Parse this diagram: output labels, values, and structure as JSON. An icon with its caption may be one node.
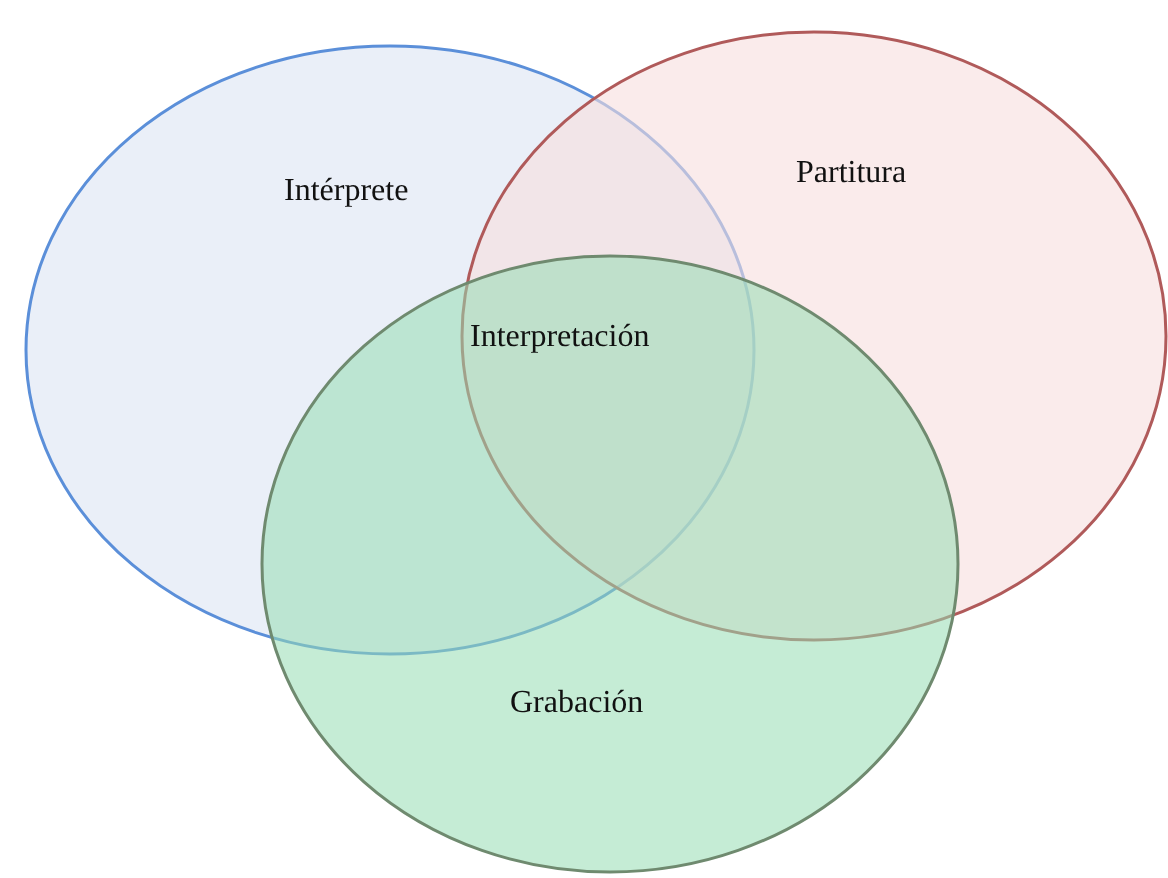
{
  "diagram": {
    "nodes": [
      {
        "text": [
          "Intérprete"
        ]
      },
      {
        "text": [
          "Partitura"
        ]
      },
      {
        "text": [
          "Grabación"
        ]
      }
    ],
    "labels": [
      "Interpretación"
    ]
  }
}
